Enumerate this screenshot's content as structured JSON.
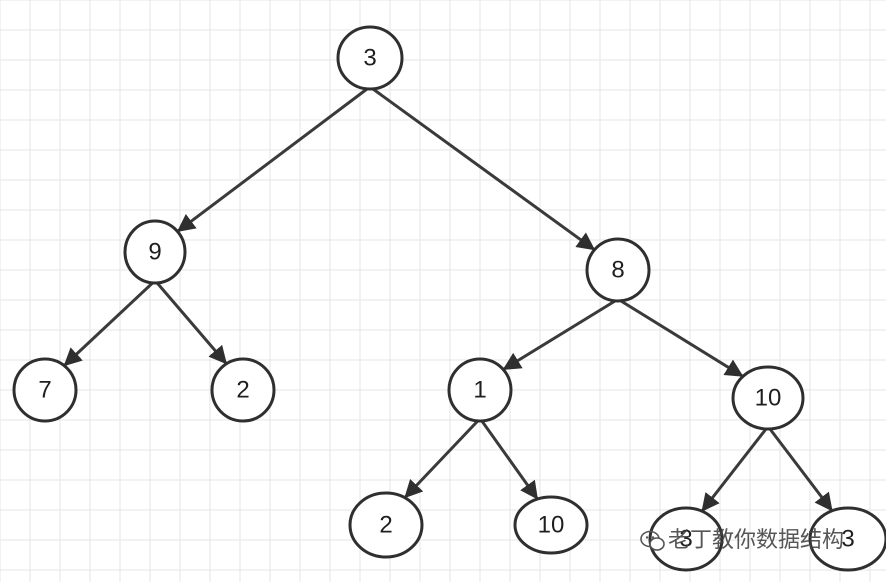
{
  "diagram": {
    "nodes": [
      {
        "id": "n1",
        "label": "3"
      },
      {
        "id": "n2",
        "label": "9"
      },
      {
        "id": "n3",
        "label": "8"
      },
      {
        "id": "n4",
        "label": "7"
      },
      {
        "id": "n5",
        "label": "2"
      },
      {
        "id": "n6",
        "label": "1"
      },
      {
        "id": "n7",
        "label": "10"
      },
      {
        "id": "n8",
        "label": "2"
      },
      {
        "id": "n9",
        "label": "10"
      },
      {
        "id": "n10",
        "label": "3"
      },
      {
        "id": "n11",
        "label": "3"
      }
    ],
    "edges": [
      {
        "from": "n1",
        "to": "n2"
      },
      {
        "from": "n1",
        "to": "n3"
      },
      {
        "from": "n2",
        "to": "n4"
      },
      {
        "from": "n2",
        "to": "n5"
      },
      {
        "from": "n3",
        "to": "n6"
      },
      {
        "from": "n3",
        "to": "n7"
      },
      {
        "from": "n6",
        "to": "n8"
      },
      {
        "from": "n6",
        "to": "n9"
      },
      {
        "from": "n7",
        "to": "n10"
      },
      {
        "from": "n7",
        "to": "n11"
      }
    ]
  },
  "watermark": {
    "text": "老丁教你数据结构",
    "icon": "wechat-icon"
  },
  "colors": {
    "background": "#ffffff",
    "grid": "#e6e6e6",
    "stroke": "#2f2f2f"
  }
}
